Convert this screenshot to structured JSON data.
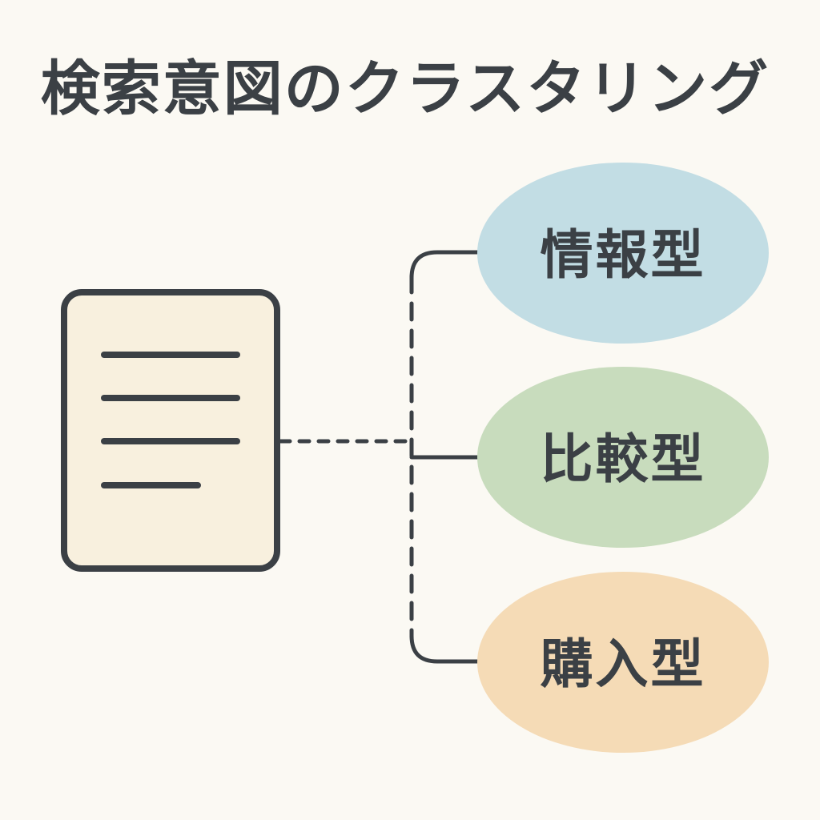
{
  "title": "検索意図のクラスタリング",
  "colors": {
    "background": "#fbf9f3",
    "stroke": "#3b4045",
    "document_fill": "#f8f0de",
    "informational": "#c2dde4",
    "comparison": "#c8dcbd",
    "purchase": "#f5dbb6"
  },
  "source": {
    "icon": "document-icon"
  },
  "clusters": [
    {
      "id": "informational",
      "label": "情報型",
      "color": "#c2dde4"
    },
    {
      "id": "comparison",
      "label": "比較型",
      "color": "#c8dcbd"
    },
    {
      "id": "purchase",
      "label": "購入型",
      "color": "#f5dbb6"
    }
  ]
}
